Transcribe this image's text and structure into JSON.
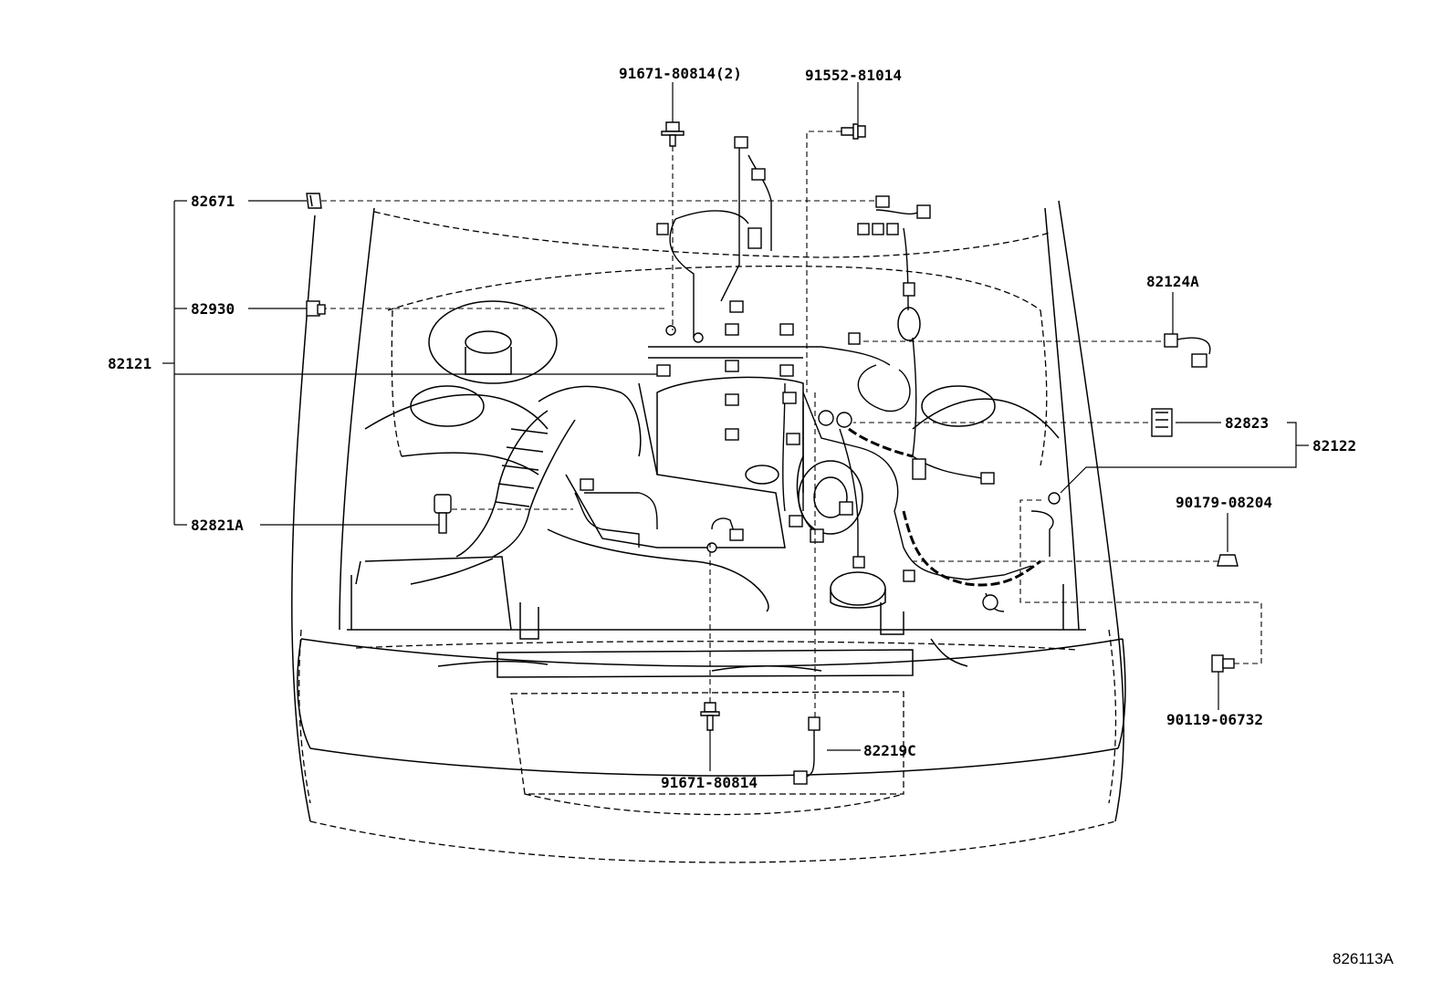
{
  "diagram": {
    "figure_number": "826113A",
    "parts": [
      {
        "id": "p91671-2",
        "number": "91671-80814(2)"
      },
      {
        "id": "p91552",
        "number": "91552-81014"
      },
      {
        "id": "p82671",
        "number": "82671"
      },
      {
        "id": "p82930",
        "number": "82930"
      },
      {
        "id": "p82121",
        "number": "82121"
      },
      {
        "id": "p82124A",
        "number": "82124A"
      },
      {
        "id": "p82823",
        "number": "82823"
      },
      {
        "id": "p82122",
        "number": "82122"
      },
      {
        "id": "p82821A",
        "number": "82821A"
      },
      {
        "id": "p90179",
        "number": "90179-08204"
      },
      {
        "id": "p90119",
        "number": "90119-06732"
      },
      {
        "id": "p82219C",
        "number": "82219C"
      },
      {
        "id": "p91671",
        "number": "91671-80814"
      }
    ]
  }
}
